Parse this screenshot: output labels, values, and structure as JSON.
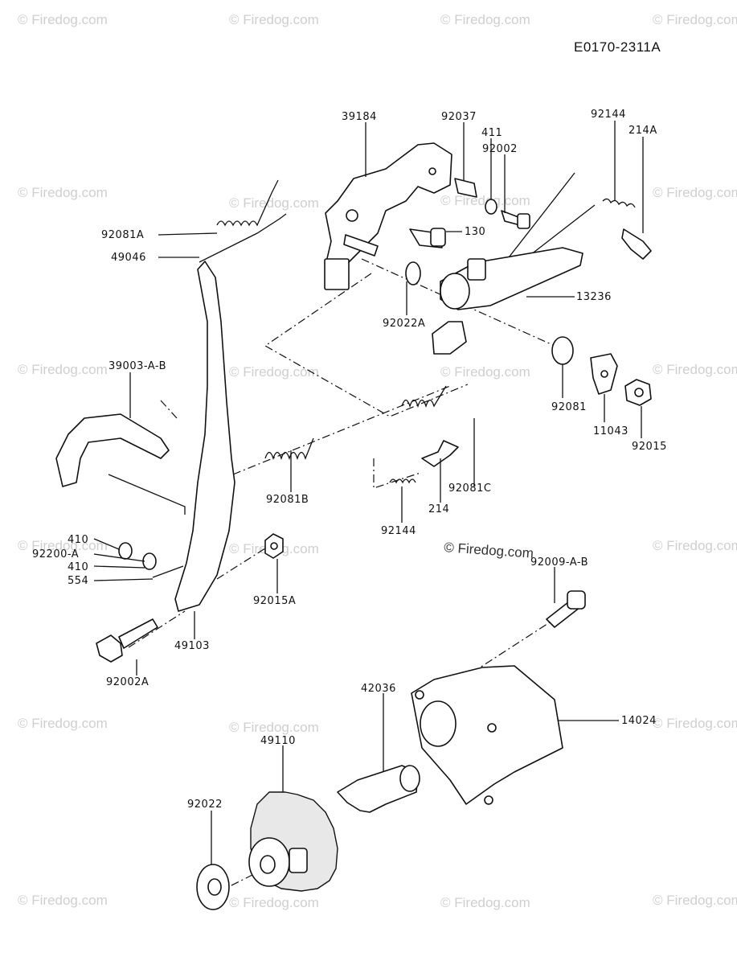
{
  "diagram_code": "E0170-2311A",
  "watermark": "© Firedog.com",
  "part_labels": [
    "39184",
    "92037",
    "411",
    "92002",
    "92144",
    "214A",
    "92081A",
    "49046",
    "130",
    "13236",
    "92022A",
    "39003-A-B",
    "92081",
    "11043",
    "92015",
    "92081B",
    "214",
    "92081C",
    "92144",
    "410",
    "92200-A",
    "410",
    "554",
    "92015A",
    "92009-A-B",
    "49103",
    "92002A",
    "42036",
    "14024",
    "49110",
    "92022"
  ]
}
